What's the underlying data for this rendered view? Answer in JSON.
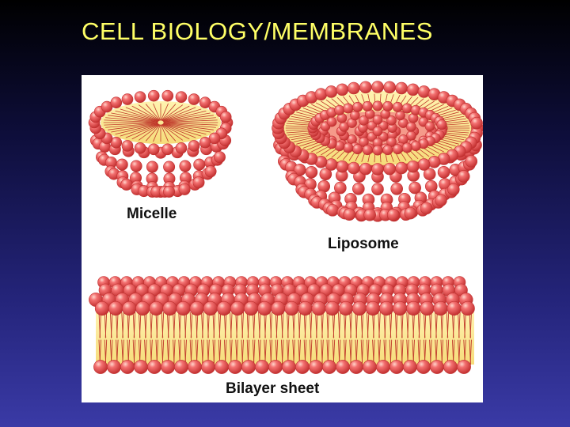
{
  "slide": {
    "title": "CELL BIOLOGY/MEMBRANES"
  },
  "figure": {
    "labels": {
      "micelle": "Micelle",
      "liposome": "Liposome",
      "bilayer": "Bilayer sheet"
    },
    "colors": {
      "head": "#ef5a5a",
      "head_highlight": "#ffd0c8",
      "head_shadow": "#c03030",
      "tail": "#c0392b",
      "core": "#fcec9c",
      "panel_background": "#ffffff"
    }
  }
}
